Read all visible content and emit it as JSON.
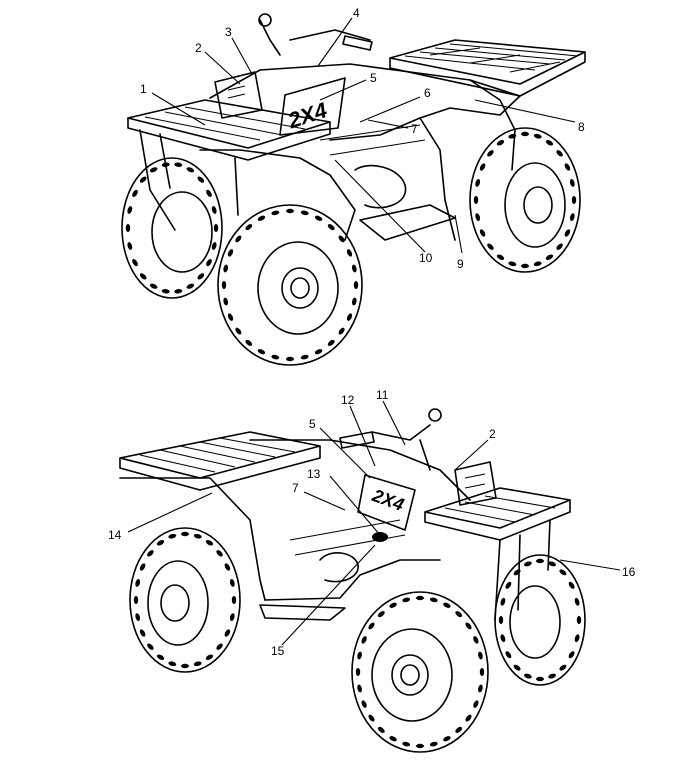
{
  "views": [
    {
      "name": "front-left-view",
      "callouts": [
        "1",
        "2",
        "3",
        "4",
        "5",
        "6",
        "7",
        "8",
        "9",
        "10"
      ],
      "decal_text": "2X4"
    },
    {
      "name": "rear-right-view",
      "callouts": [
        "12",
        "11",
        "5",
        "2",
        "13",
        "7",
        "14",
        "16",
        "15"
      ],
      "decal_text": "2X4"
    }
  ]
}
